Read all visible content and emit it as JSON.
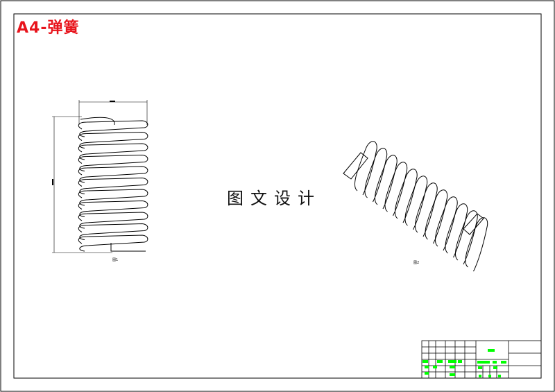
{
  "sheet": {
    "title": "A4-弹簧",
    "watermark": "图文设计",
    "title_color": "#e8141c",
    "highlight_color": "#00ff00"
  },
  "views": {
    "front_label": "图1",
    "iso_label": "图2"
  }
}
